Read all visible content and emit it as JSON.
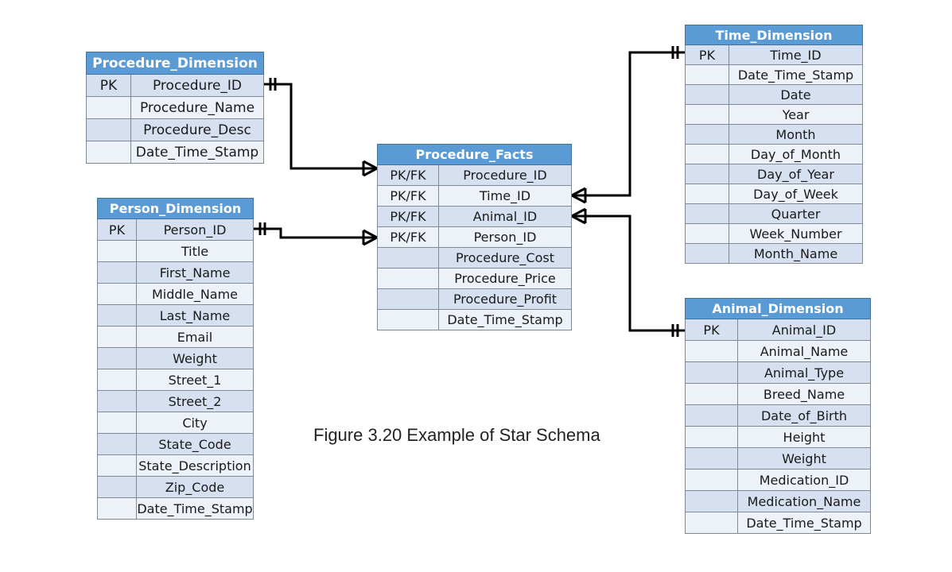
{
  "caption": "Figure 3.20 Example of Star Schema",
  "tables": {
    "procedure_dimension": {
      "title": "Procedure_Dimension",
      "rows": [
        [
          "PK",
          "Procedure_ID"
        ],
        [
          "",
          "Procedure_Name"
        ],
        [
          "",
          "Procedure_Desc"
        ],
        [
          "",
          "Date_Time_Stamp"
        ]
      ]
    },
    "person_dimension": {
      "title": "Person_Dimension",
      "rows": [
        [
          "PK",
          "Person_ID"
        ],
        [
          "",
          "Title"
        ],
        [
          "",
          "First_Name"
        ],
        [
          "",
          "Middle_Name"
        ],
        [
          "",
          "Last_Name"
        ],
        [
          "",
          "Email"
        ],
        [
          "",
          "Weight"
        ],
        [
          "",
          "Street_1"
        ],
        [
          "",
          "Street_2"
        ],
        [
          "",
          "City"
        ],
        [
          "",
          "State_Code"
        ],
        [
          "",
          "State_Description"
        ],
        [
          "",
          "Zip_Code"
        ],
        [
          "",
          "Date_Time_Stamp"
        ]
      ]
    },
    "procedure_facts": {
      "title": "Procedure_Facts",
      "rows": [
        [
          "PK/FK",
          "Procedure_ID"
        ],
        [
          "PK/FK",
          "Time_ID"
        ],
        [
          "PK/FK",
          "Animal_ID"
        ],
        [
          "PK/FK",
          "Person_ID"
        ],
        [
          "",
          "Procedure_Cost"
        ],
        [
          "",
          "Procedure_Price"
        ],
        [
          "",
          "Procedure_Profit"
        ],
        [
          "",
          "Date_Time_Stamp"
        ]
      ]
    },
    "time_dimension": {
      "title": "Time_Dimension",
      "rows": [
        [
          "PK",
          "Time_ID"
        ],
        [
          "",
          "Date_Time_Stamp"
        ],
        [
          "",
          "Date"
        ],
        [
          "",
          "Year"
        ],
        [
          "",
          "Month"
        ],
        [
          "",
          "Day_of_Month"
        ],
        [
          "",
          "Day_of_Year"
        ],
        [
          "",
          "Day_of_Week"
        ],
        [
          "",
          "Quarter"
        ],
        [
          "",
          "Week_Number"
        ],
        [
          "",
          "Month_Name"
        ]
      ]
    },
    "animal_dimension": {
      "title": "Animal_Dimension",
      "rows": [
        [
          "PK",
          "Animal_ID"
        ],
        [
          "",
          "Animal_Name"
        ],
        [
          "",
          "Animal_Type"
        ],
        [
          "",
          "Breed_Name"
        ],
        [
          "",
          "Date_of_Birth"
        ],
        [
          "",
          "Height"
        ],
        [
          "",
          "Weight"
        ],
        [
          "",
          "Medication_ID"
        ],
        [
          "",
          "Medication_Name"
        ],
        [
          "",
          "Date_Time_Stamp"
        ]
      ]
    }
  },
  "relationships": [
    {
      "from": "procedure_dimension",
      "to": "procedure_facts",
      "key": "Procedure_ID",
      "one_end": "procedure_dimension",
      "many_end": "procedure_facts"
    },
    {
      "from": "person_dimension",
      "to": "procedure_facts",
      "key": "Person_ID",
      "one_end": "person_dimension",
      "many_end": "procedure_facts"
    },
    {
      "from": "time_dimension",
      "to": "procedure_facts",
      "key": "Time_ID",
      "one_end": "time_dimension",
      "many_end": "procedure_facts"
    },
    {
      "from": "animal_dimension",
      "to": "procedure_facts",
      "key": "Animal_ID",
      "one_end": "animal_dimension",
      "many_end": "procedure_facts"
    }
  ]
}
